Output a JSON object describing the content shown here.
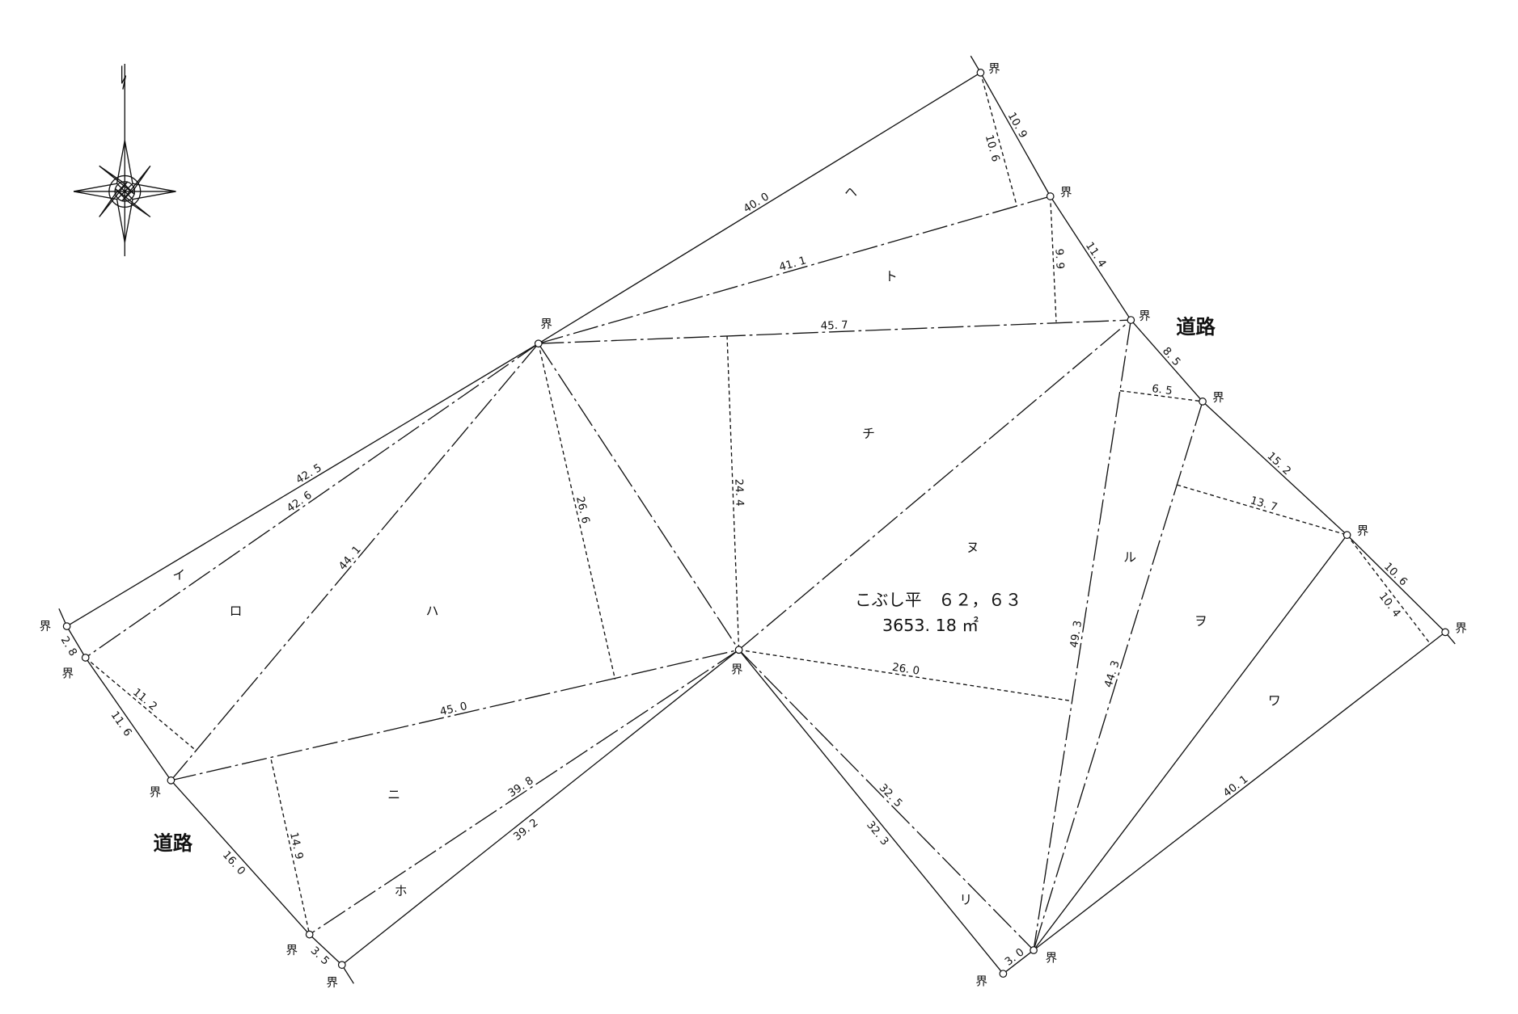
{
  "boundary_marker": "界",
  "road_labels": [
    "道路",
    "道路"
  ],
  "parcel_name": "こぶし平　６２，６３",
  "parcel_area": "3653. 18 ㎡",
  "lot_labels": {
    "i": "イ",
    "ro": "ロ",
    "ha": "ハ",
    "ni": "ニ",
    "ho": "ホ",
    "he": "ヘ",
    "to": "ト",
    "chi": "チ",
    "ri": "リ",
    "nu": "ヌ",
    "ru": "ル",
    "wo": "ヲ",
    "wa": "ワ"
  },
  "measurements": {
    "P-A": "40. 0",
    "A-B": "10. 9",
    "B-C": "11. 4",
    "C-D": "8. 5",
    "D-E": "15. 2",
    "E-F": "10. 6",
    "P-B": "41. 1",
    "P-C": "45. 7",
    "A-PB": "10. 6",
    "B-PC": "9. 9",
    "P-G": "42. 5",
    "P-H": "42. 6",
    "G-H": "2. 8",
    "H-I": "11. 6",
    "I-J": "16. 0",
    "J-K": "3. 5",
    "P-I": "44. 1",
    "H-PI": "11. 2",
    "I-Q": "45. 0",
    "P-IQ": "26. 6",
    "Q-J": "39. 8",
    "Q-K": "39. 2",
    "IQ-J": "14. 9",
    "PC-Q": "24. 4",
    "Q-M": "32. 5",
    "Q-L": "32. 3",
    "L-M": "3. 0",
    "C-M": "49. 3",
    "Q-CM": "26. 0",
    "D-M": "44. 3",
    "CM-D": "6. 5",
    "DM-E": "13. 7",
    "F-M": "40. 1",
    "E-FM": "10. 4"
  }
}
